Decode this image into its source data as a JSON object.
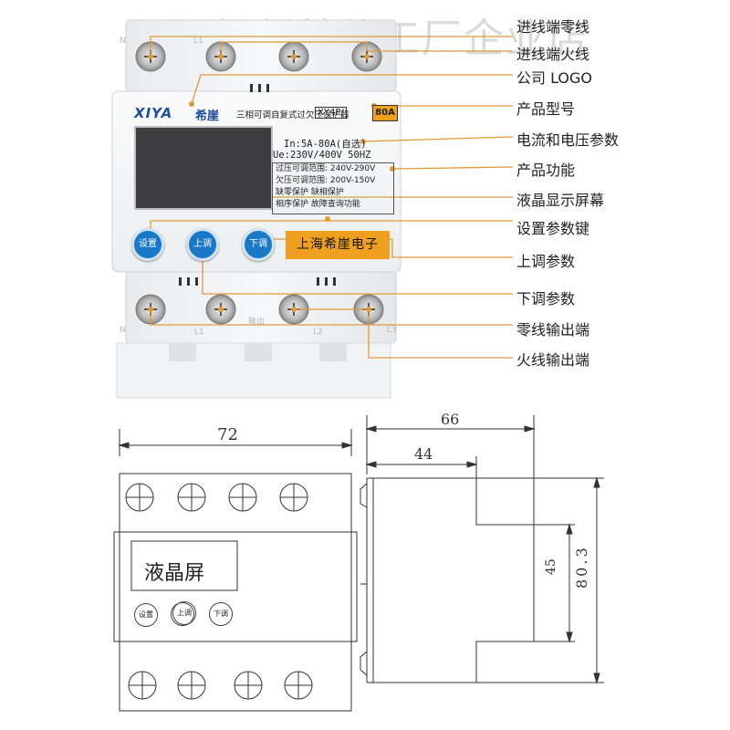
{
  "watermark": "新创基件工厂企业店",
  "device": {
    "brand_logo": "XIYA",
    "brand_name": "希崖",
    "product_title": "三相可调自复式过欠压保护器",
    "model": "XY4P/",
    "model_amp": "80A",
    "spec_current": "In:5A-80A(自选)",
    "spec_voltage": "Ue:230V/400V  50HZ",
    "functions": [
      "过压可调范围:  240V-290V",
      "欠压可调范围:  200V-150V",
      "缺零保护    缺相保护",
      "相序保护   故障查询功能"
    ],
    "buttons": {
      "set": "设置",
      "up": "上调",
      "down": "下调"
    },
    "company": "上海希崖电子",
    "terminal_labels_top": {
      "n": "N",
      "l1": "L1"
    },
    "terminal_labels_bottom": {
      "n": "N",
      "l1": "L1",
      "out": "输出",
      "l2": "L2",
      "l3": "L3"
    }
  },
  "callouts": [
    "进线端零线",
    "进线端火线",
    "公司 LOGO",
    "产品型号",
    "电流和电压参数",
    "产品功能",
    "液晶显示屏幕",
    "设置参数键",
    "上调参数",
    "下调参数",
    "零线输出端",
    "火线输出端"
  ],
  "drawing": {
    "width_label": "72",
    "depth_label": "66",
    "depth_inner_label": "44",
    "height_label": "80.3",
    "height_inner_label": "45",
    "lcd_label": "液晶屏",
    "btn_set": "设置",
    "btn_up": "上调",
    "btn_down": "下调"
  },
  "colors": {
    "accent": "#f0a020",
    "button_blue": "#1978c8",
    "brand_blue": "#1e4da0",
    "lcd": "#3e3e40",
    "leader": "#e09a3a"
  }
}
